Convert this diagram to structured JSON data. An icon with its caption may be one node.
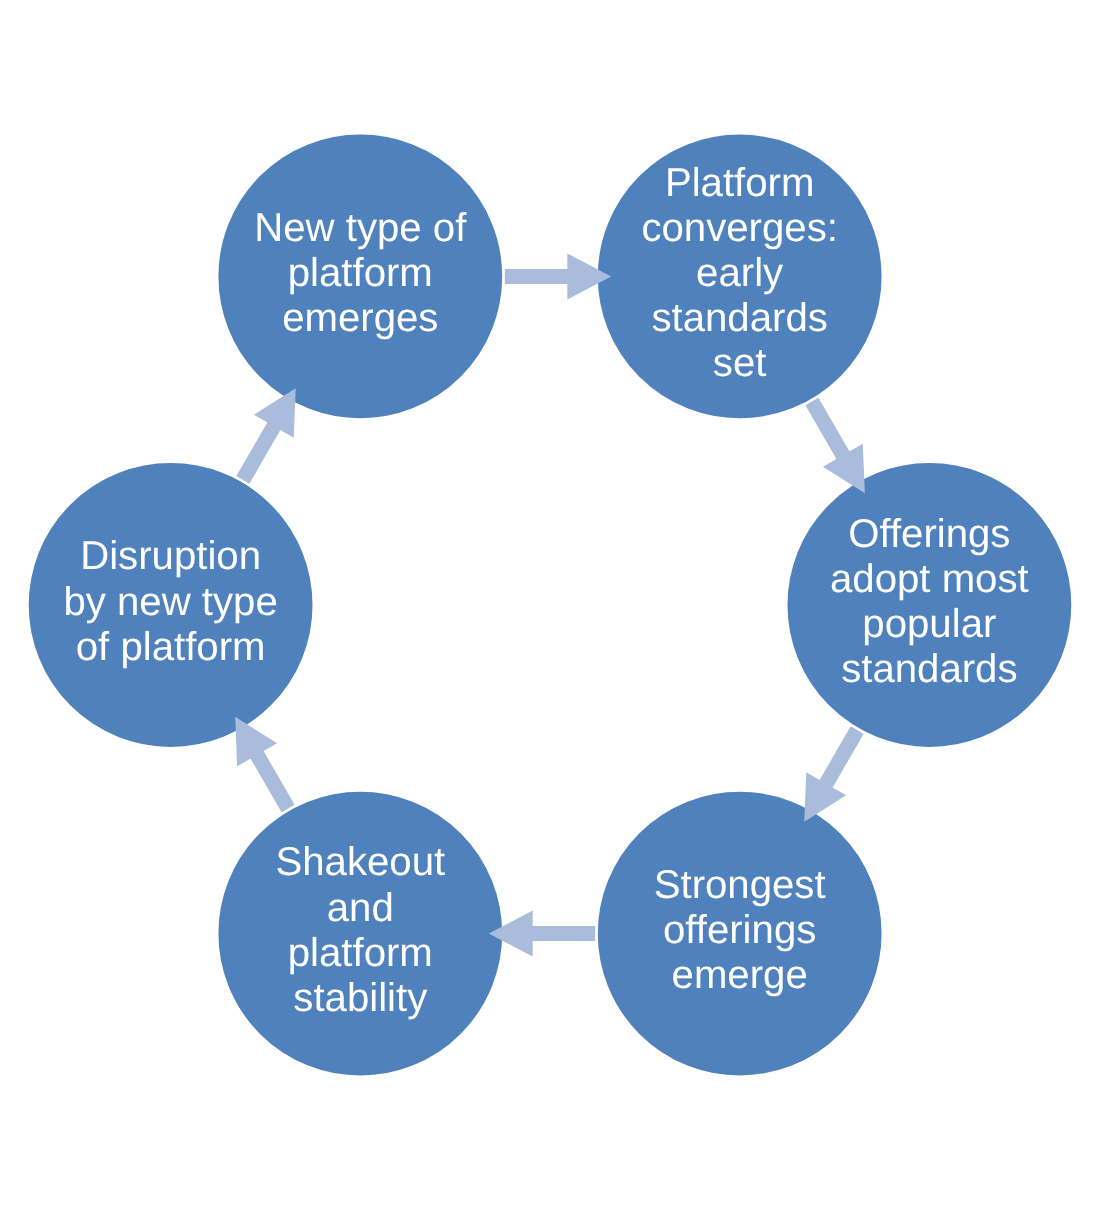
{
  "diagram": {
    "nodes": [
      {
        "text": [
          "Strongest offerings emerge"
        ]
      },
      {
        "text": [
          "Offerings adopt most popular standards"
        ]
      },
      {
        "text": [
          "Shakeout and platform stability"
        ]
      },
      {
        "text": [
          "Platform converges: early standards set"
        ]
      },
      {
        "text": [
          "Disruption by new type of platform"
        ]
      },
      {
        "text": [
          "New type of platform emerges"
        ]
      }
    ],
    "edges": [
      {
        "from": 0,
        "to": 2,
        "arrow": "to"
      },
      {
        "from": 2,
        "to": 4,
        "arrow": "to"
      },
      {
        "from": 4,
        "to": 5,
        "arrow": "to"
      },
      {
        "from": 5,
        "to": 3,
        "arrow": "to"
      },
      {
        "from": 3,
        "to": 1,
        "arrow": "to"
      },
      {
        "from": 1,
        "to": 0,
        "arrow": "to"
      }
    ]
  }
}
